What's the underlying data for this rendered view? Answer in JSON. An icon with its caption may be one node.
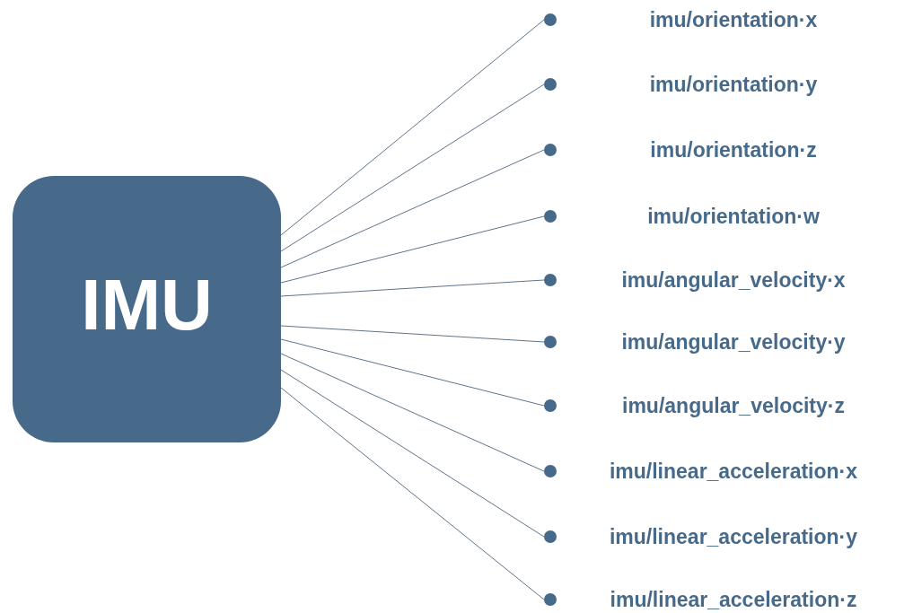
{
  "diagram": {
    "nodes": [
      {
        "text": [
          "IMU"
        ]
      },
      {
        "text": [
          "imu/orientation·x"
        ]
      },
      {
        "text": [
          "imu/orientation·y"
        ]
      },
      {
        "text": [
          "imu/orientation·z"
        ]
      },
      {
        "text": [
          "imu/orientation·w"
        ]
      },
      {
        "text": [
          "imu/angular_velocity·x"
        ]
      },
      {
        "text": [
          "imu/angular_velocity·y"
        ]
      },
      {
        "text": [
          "imu/angular_velocity·z"
        ]
      },
      {
        "text": [
          "imu/linear_acceleration·x"
        ]
      },
      {
        "text": [
          "imu/linear_acceleration·y"
        ]
      },
      {
        "text": [
          "imu/linear_acceleration·z"
        ]
      }
    ],
    "edges": [
      {
        "from": 0,
        "to": 1,
        "arrow": "none"
      },
      {
        "from": 0,
        "to": 2,
        "arrow": "none"
      },
      {
        "from": 0,
        "to": 3,
        "arrow": "none"
      },
      {
        "from": 0,
        "to": 4,
        "arrow": "none"
      },
      {
        "from": 0,
        "to": 5,
        "arrow": "none"
      },
      {
        "from": 0,
        "to": 6,
        "arrow": "none"
      },
      {
        "from": 0,
        "to": 7,
        "arrow": "none"
      },
      {
        "from": 0,
        "to": 8,
        "arrow": "none"
      },
      {
        "from": 0,
        "to": 9,
        "arrow": "none"
      },
      {
        "from": 0,
        "to": 10,
        "arrow": "none"
      }
    ]
  }
}
